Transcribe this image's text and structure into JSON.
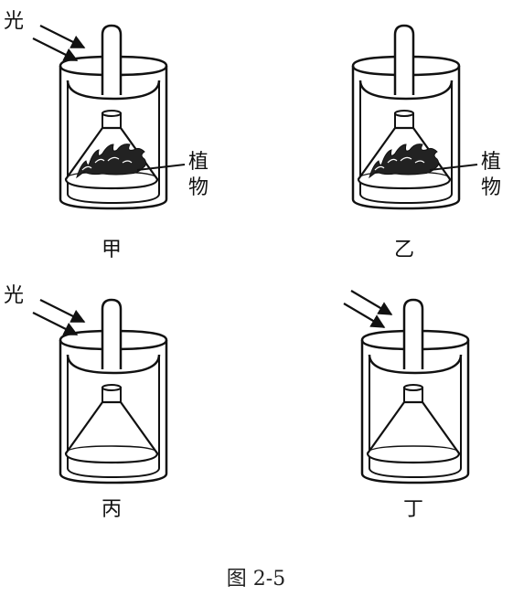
{
  "panels": [
    {
      "id": "jia",
      "label": "甲",
      "light_label": "光",
      "has_light": true,
      "has_plant": true,
      "plant_label": "植物"
    },
    {
      "id": "yi",
      "label": "乙",
      "light_label": "",
      "has_light": false,
      "has_plant": true,
      "plant_label": "植物"
    },
    {
      "id": "bing",
      "label": "丙",
      "light_label": "光",
      "has_light": true,
      "has_plant": false,
      "plant_label": ""
    },
    {
      "id": "ding",
      "label": "丁",
      "light_label": "",
      "has_light": true,
      "has_plant": false,
      "plant_label": ""
    }
  ],
  "caption": "图 2-5",
  "colors": {
    "stroke": "#111111",
    "plant": "#222222",
    "background": "#ffffff"
  }
}
